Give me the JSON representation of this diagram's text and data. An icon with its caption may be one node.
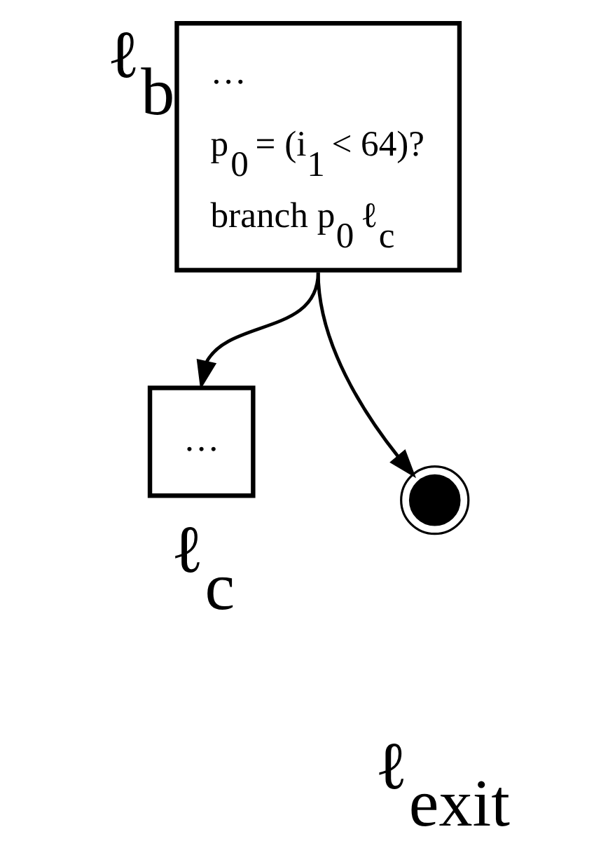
{
  "diagram": {
    "nodes": [
      {
        "text": [
          "…",
          "p$_{0}$ = (i$_{1}$ < 64)?",
          "branch p$_{0}$ ℓ$_{c}$"
        ],
        "beside": [
          "ℓ$_{b}$"
        ]
      },
      {
        "text": [
          "…"
        ],
        "beside": [
          "ℓ$_{c}$"
        ]
      },
      {
        "text": [],
        "shape": "circle",
        "beside": [
          "ℓ$_{exit}$"
        ]
      }
    ],
    "edges": [
      {
        "from": 0,
        "to": 1,
        "arrow": "to"
      },
      {
        "from": 0,
        "to": 2,
        "arrow": "to"
      }
    ]
  }
}
